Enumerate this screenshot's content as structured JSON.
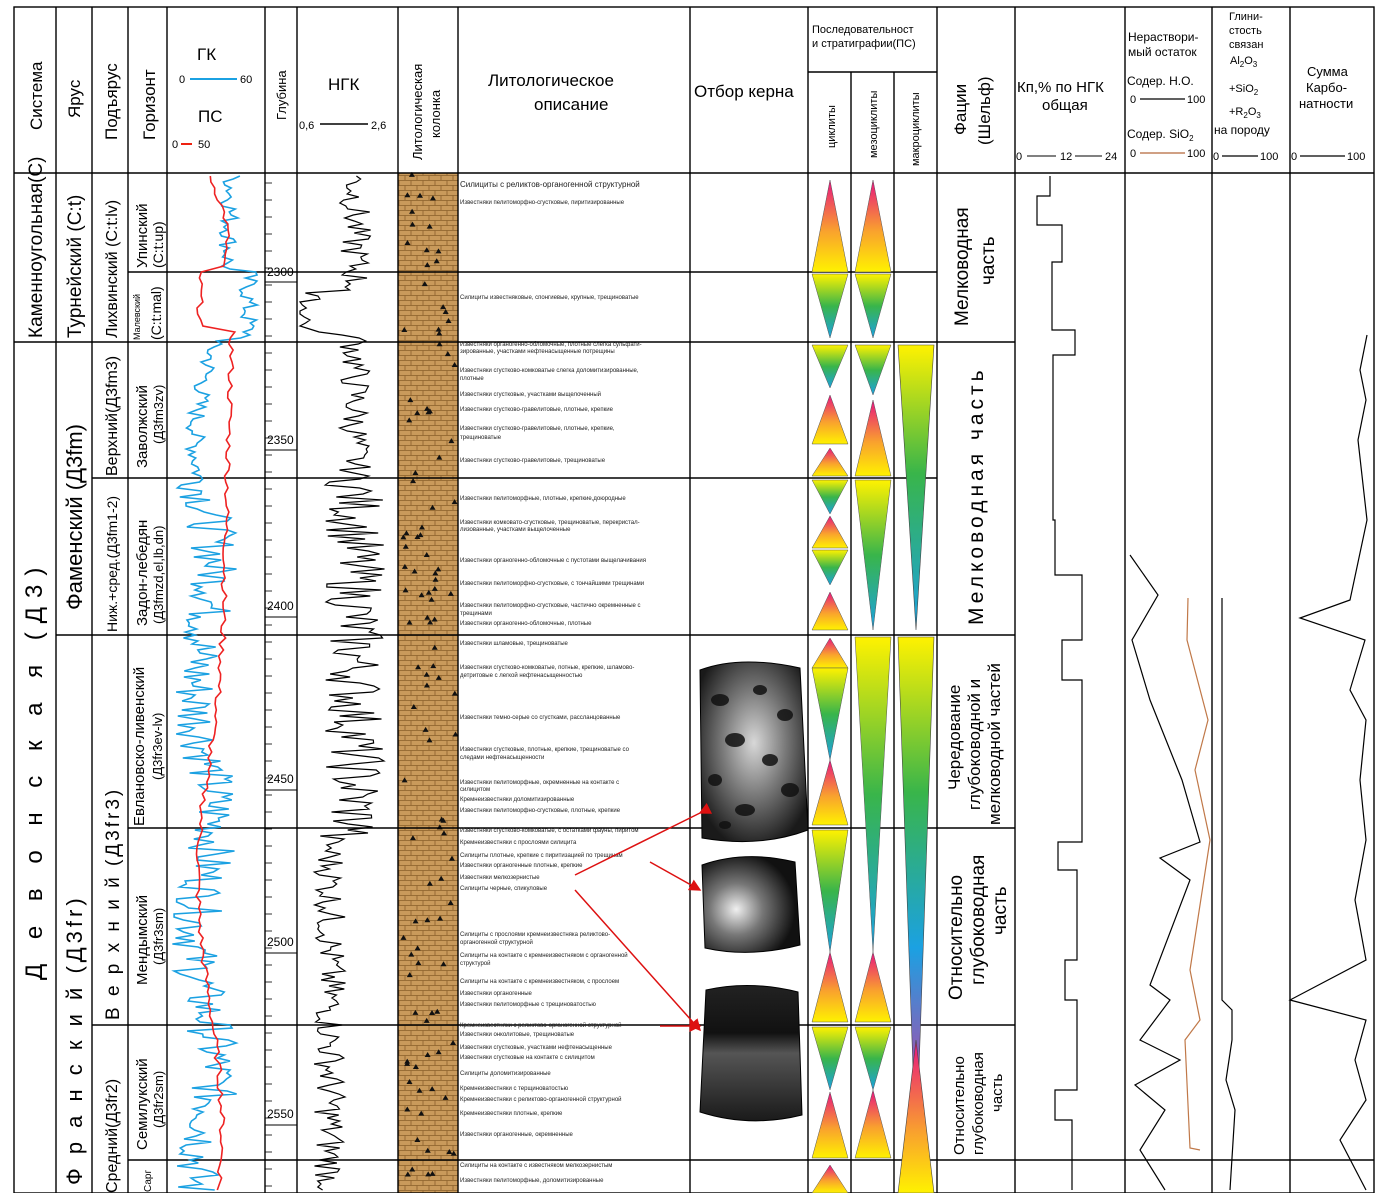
{
  "headers": {
    "system": "Система",
    "stage": "Ярус",
    "substage": "Подъярус",
    "horizon": "Горизонт",
    "gk_title": "ГК",
    "gk_min": "0",
    "gk_max": "60",
    "ps_title": "ПС",
    "ps_min": "0",
    "ps_max": "50",
    "depth": "Глубина",
    "ngk_title": "НГК",
    "ngk_min": "0,6",
    "ngk_max": "2,6",
    "litho_column_1": "Литологическая",
    "litho_column_2": "колонка",
    "litho_desc_1": "Литологическое",
    "litho_desc_2": "описание",
    "core": "Отбор керна",
    "ps_seq_1": "Последовательност",
    "ps_seq_2": "и стратиграфии(ПС)",
    "cycles": "циклиты",
    "mesocycles": "мезоциклиты",
    "macrocycles": "макроциклиты",
    "facies_1": "Фации",
    "facies_2": "(Шельф)",
    "kp_1": "Кп,% по НГК",
    "kp_2": "общая",
    "kp_s0": "0",
    "kp_s12": "12",
    "kp_s24": "24",
    "insol_1": "Нераствори-",
    "insol_2": "мый остаток",
    "insol_no": "Содер. Н.О.",
    "insol_no_min": "0",
    "insol_no_max": "100",
    "insol_sio2": "Содер. SiO",
    "insol_sio2_sub": "2",
    "insol_s_min": "0",
    "insol_s_max": "100",
    "clay_1": "Глини-",
    "clay_2": "стость",
    "clay_3": "связан",
    "clay_al": "Al",
    "clay_al_sub": "2",
    "clay_o": "O",
    "clay_o_sub": "3",
    "clay_sio": "+SiO",
    "clay_sio_sub": "2",
    "clay_r": "+R",
    "clay_r_sub": "2",
    "clay_r_o": "O",
    "clay_r_o_sub": "3",
    "clay_4": "на породу",
    "clay_min": "0",
    "clay_max": "100",
    "carb_1": "Сумма",
    "carb_2": "Карбо-",
    "carb_3": "натности",
    "carb_min": "0",
    "carb_max": "100"
  },
  "system_labels": {
    "carboniferous": "Каменноугольная(С)",
    "devonian_spaced": "Д е в о н с к а я (Д3)"
  },
  "stage_labels": {
    "tournaisian": "Турнейский (C:t)",
    "famennian": "Фаменский (Д3fm)",
    "frasnian": "Ф р а н с к и й (Д3fr)"
  },
  "substage_labels": {
    "tournaisian": "Лихвинский (C:t:lv)",
    "famennian_upper": "Верхний(Д3fm3)",
    "famennian_lowmid": "Ниж.+сред.(Д3fm1-2)",
    "frasnian_upper": "В е р х н и й (Д3fr3)",
    "frasnian_middle": "Средний(Д3fr2)"
  },
  "horizon_labels": {
    "upa_1": "Упинский",
    "upa_2": "(C:t:up)",
    "malev_1": "Малевский",
    "malev_2": "(C:t:mal)",
    "zavol_1": "Заволжский",
    "zavol_2": "(Д3fm3zv)",
    "zadon_1": "Задон-лебедян",
    "zadon_2": "(Д3fmzd,el,lb,dn)",
    "evl_1": "Евлановско-ливенский",
    "evl_2": "(Д3fr3ev-lv)",
    "mend_1": "Мендымский",
    "mend_2": "(Д3fr3sm)",
    "semil_1": "Семилукский",
    "semil_2": "(Д3fr2sm)",
    "sarg": "Сарг"
  },
  "depth_marks": [
    "2300",
    "2350",
    "2400",
    "2450",
    "2500",
    "2550"
  ],
  "facies": {
    "shallow_1": "Мелководная",
    "shallow_2": "часть",
    "shallow_big": "Мелководная   часть",
    "alt_1": "Чередование",
    "alt_2": "глубоководной и",
    "alt_3": "мелководной частей",
    "deep_1": "Относительно",
    "deep_2": "глубоководная",
    "deep_3": "часть",
    "deep2_1": "Относительно",
    "deep2_2": "глубоководная",
    "deep2_3": "часть"
  },
  "descriptions": [
    "Силициты с реликтов-органогенной структурной",
    "Известняки пелитоморфно-сгустковые, пиритизированные",
    "Силициты известняковые, спонгиевые, крупные, трещиноватые",
    "Известняки органогенно-обломочные, плотные слегка сульфати-",
    "зированные, участками нефтенасыщенные потрещины",
    "Известняки сгустково-комковатые слегка доломитизированные,",
    "плотные",
    "Известняки сгустковые, участками выщелоченный",
    "Известняки сгустково-гравелитовые, плотные, крепкие",
    "Известняки сгустково-гравелитовые, плотные, крепкие,",
    "трещиноватые",
    "Известняки сгустково-гравелитовые, трещиноватые",
    "Известняки пелитоморфные, плотные, крепкие,доюродные",
    "Известняки комковато-сгустковые, трещиноватые, перекристал-",
    "лизованные, участками выщелоченные",
    "Известняки органогенно-обломочные с пустотами выщелачивания",
    "Известняки пелитоморфно-сгустковые, с тончайшими трещинами",
    "Известняки пелитоморфно-сгустковые, частично окремненные с",
    "трещинами",
    "Известняки органогенно-обломочные, плотные",
    "Известняки шламовые, трещиноватые",
    "Известняки сгустково-комковатые, потные, крепкие, шламово-",
    "детритовые с легкой нефтенасыщенностью",
    "Известняки темно-серые со сгустками, рассланцованные",
    "Известняки сгустковые, плотные, крепкие, трещиноватые со",
    "следами нефтенасыщенности",
    "Известняки пелитоморфные, окремненные на контакте с",
    "силицитом",
    "Кремнеизвестняки доломитизированные",
    "Известняки пелитоморфно-сгустковые, плотные, крепкие",
    "Известняки сгустково-комковатые, с остатками фауны, пиритом",
    "Кремнеизвестняки с прослоями силицита",
    "Силициты плотные, крепкие с пиритизацией по трещинам",
    "Известняки органогенные плотные, крепкие",
    "Известняки мелкозернистые",
    "Силициты черные, спикуловые",
    "Силициты с прослоями кремнеизвестняка реликтово-",
    "органогенной структурной",
    "Силициты на контакте с кремнеизвестняком с органогенной",
    "структурой",
    "Силициты на контакте с кремнеизвестняком, с прослоем",
    "Известняки органогенные",
    "Известняки пелитоморфные с трещиноватостью",
    "Кремнеизвестняки с реликтово-органогенной структурной",
    "Известняки онколитовые, трещиноватые",
    "Известняки сгустковые, участками нефтенасыщенные",
    "Известняки сгустковые на контакте с силицитом",
    "Силициты доломитизированные",
    "Кремнеизвестняки с терщиноватостью",
    "Кремнеизвестняки с реликтово-органогенной структурной",
    "Кремнеизвестняки плотные, крепкие",
    "Известняки органогенные, окремненные",
    "Силициты на контакте с известняком мелкозернистым",
    "Известняки пелитоморфные, доломитизированные"
  ]
}
